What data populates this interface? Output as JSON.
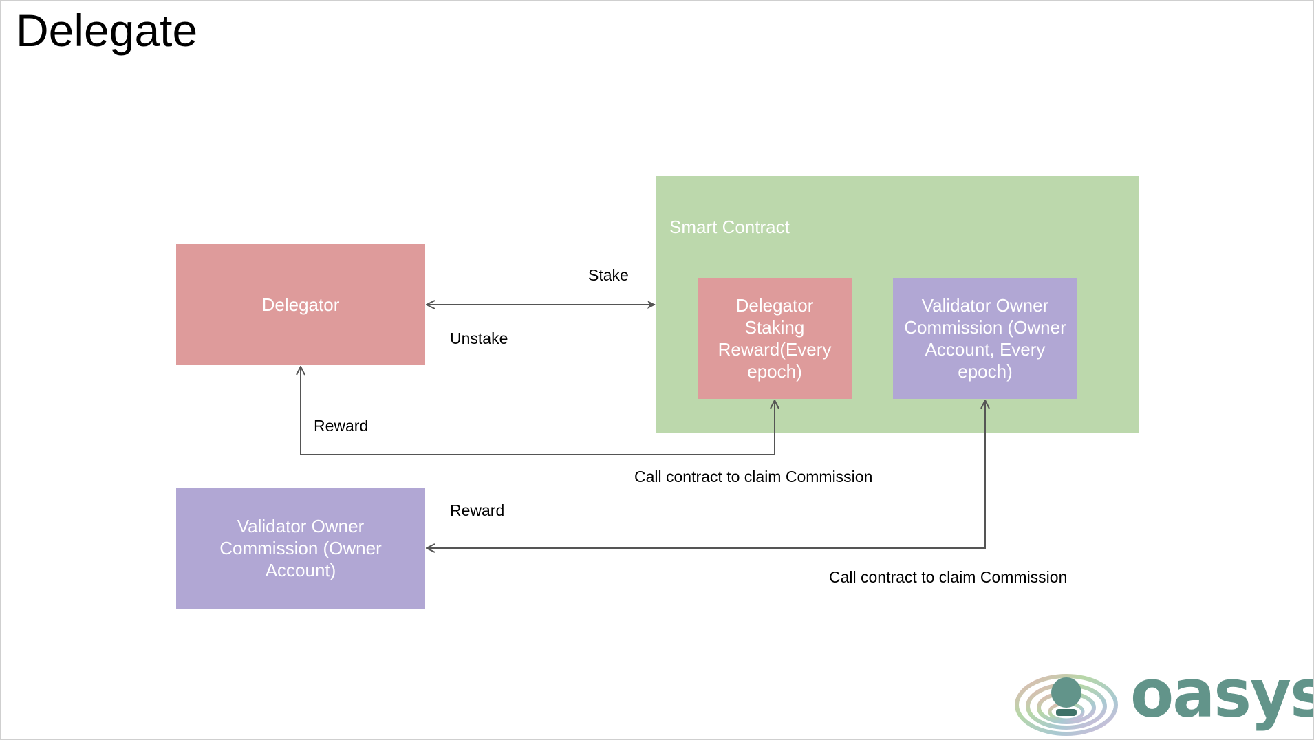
{
  "title": "Delegate",
  "colors": {
    "red_box": "#de9b9b",
    "purple_box": "#b1a7d4",
    "green_container": "#bcd8ac",
    "arrow": "#555555",
    "logo": "#62948a"
  },
  "nodes": {
    "delegator": "Delegator",
    "smart_contract": "Smart Contract",
    "delegator_reward": "Delegator Staking Reward(Every epoch)",
    "validator_commission_in_contract": "Validator Owner Commission (Owner Account, Every epoch)",
    "validator_commission_owner": "Validator Owner Commission (Owner Account)"
  },
  "edges": {
    "stake": "Stake",
    "unstake": "Unstake",
    "reward_delegator": "Reward",
    "claim_delegator": "Call contract to claim Commission",
    "reward_validator": "Reward",
    "claim_validator": "Call contract to claim Commission"
  },
  "logo": {
    "text": "oasys",
    "icon": "oasys-ring-icon"
  }
}
